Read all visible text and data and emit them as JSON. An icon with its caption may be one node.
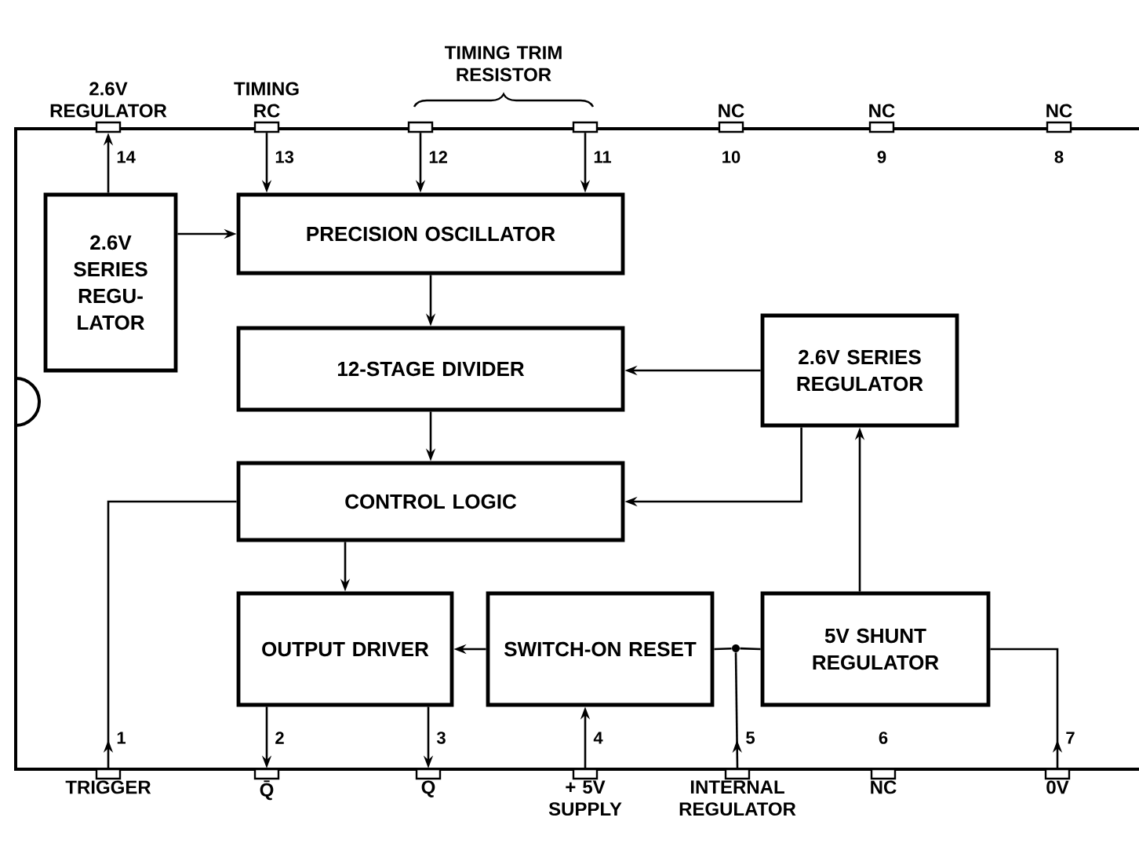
{
  "diagram": {
    "nodes": [
      {
        "text": [],
        "shape": "box"
      },
      {
        "text": [
          "2.6V SERIES REGU- LATOR"
        ],
        "in": 0
      },
      {
        "text": [
          "PRECISION OSCILLATOR"
        ],
        "in": 0
      },
      {
        "text": [
          "12-STAGE DIVIDER"
        ],
        "in": 0
      },
      {
        "text": [
          "2.6V SERIES REGULATOR"
        ],
        "in": 0
      },
      {
        "text": [
          "CONTROL LOGIC"
        ],
        "in": 0
      },
      {
        "text": [
          "OUTPUT DRIVER"
        ],
        "in": 0
      },
      {
        "text": [
          "SWITCH-ON RESET"
        ],
        "in": 0
      },
      {
        "text": [],
        "shape": "circle",
        "in": 0
      },
      {
        "text": [
          "5V SHUNT REGULATOR"
        ],
        "in": 0
      },
      {
        "text": [
          "2.6V REGULATOR"
        ],
        "beside": [
          "14"
        ]
      },
      {
        "text": [
          "TIMING RC"
        ],
        "beside": [
          "13"
        ]
      },
      {
        "text": [],
        "shape": "box",
        "beside": [
          "12"
        ]
      },
      {
        "text": [],
        "shape": "box",
        "beside": [
          "11"
        ]
      },
      {
        "text": [
          "NC"
        ],
        "beside": [
          "10"
        ]
      },
      {
        "text": [
          "NC"
        ],
        "beside": [
          "9"
        ]
      },
      {
        "text": [
          "NC"
        ],
        "beside": [
          "8"
        ]
      },
      {
        "text": [
          "TRIGGER"
        ],
        "beside": [
          "1"
        ]
      },
      {
        "text": [
          "Q̄"
        ],
        "beside": [
          "2"
        ]
      },
      {
        "text": [
          "Q"
        ],
        "beside": [
          "3"
        ]
      },
      {
        "text": [
          "+ 5V SUPPLY"
        ],
        "beside": [
          "4"
        ]
      },
      {
        "text": [
          "INTERNAL REGULATOR"
        ],
        "beside": [
          "5"
        ]
      },
      {
        "text": [
          "NC"
        ],
        "beside": [
          "6"
        ]
      },
      {
        "text": [
          "0V"
        ],
        "beside": [
          "7"
        ]
      }
    ],
    "edges": [
      {
        "from": 1,
        "to": 10,
        "arrow": "to"
      },
      {
        "from": 11,
        "to": 2,
        "arrow": "to"
      },
      {
        "from": 12,
        "to": 2,
        "arrow": "to"
      },
      {
        "from": 13,
        "to": 2,
        "arrow": "to"
      },
      {
        "from": 1,
        "to": 2,
        "arrow": "to"
      },
      {
        "from": 2,
        "to": 3,
        "arrow": "to"
      },
      {
        "from": 3,
        "to": 5,
        "arrow": "to"
      },
      {
        "from": 4,
        "to": 3,
        "arrow": "to"
      },
      {
        "from": 4,
        "to": 5,
        "arrow": "to"
      },
      {
        "from": 9,
        "to": 4,
        "arrow": "to"
      },
      {
        "from": 5,
        "to": 6,
        "arrow": "to"
      },
      {
        "from": 17,
        "to": 5,
        "arrow": "to"
      },
      {
        "from": 6,
        "to": 18,
        "arrow": "to"
      },
      {
        "from": 6,
        "to": 19,
        "arrow": "to"
      },
      {
        "from": 7,
        "to": 6,
        "arrow": "to"
      },
      {
        "from": 20,
        "to": 7,
        "arrow": "to"
      },
      {
        "from": 7,
        "to": 8,
        "arrow": "none"
      },
      {
        "from": 8,
        "to": 9,
        "arrow": "none"
      },
      {
        "from": 21,
        "to": 8,
        "arrow": "to"
      },
      {
        "from": 23,
        "to": 9,
        "arrow": "to"
      }
    ],
    "labels": [
      "TIMING TRIM RESISTOR"
    ]
  }
}
